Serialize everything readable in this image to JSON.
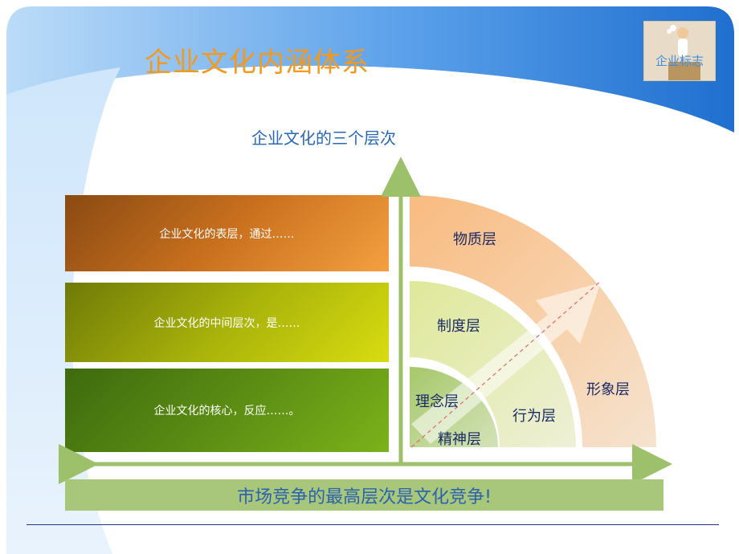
{
  "title": "企业文化内涵体系",
  "logo_label": "企业标志",
  "subtitle": "企业文化的三个层次",
  "layers_text": [
    "企业文化的表层，通过……",
    "企业文化的中间层次，是……",
    "企业文化的核心，反应……。"
  ],
  "arc_labels": {
    "material": "物质层",
    "system": "制度层",
    "concept": "理念层",
    "spirit": "精神层",
    "behavior": "行为层",
    "image": "形象层"
  },
  "bottom_banner": "市场竞争的最高层次是文化竞争!",
  "colors": {
    "title": "#f39a1e",
    "subtitle": "#2868b8",
    "axis": "#9dc06a",
    "banner_bg": "#a9c77a",
    "banner_text": "#2a62b0"
  }
}
